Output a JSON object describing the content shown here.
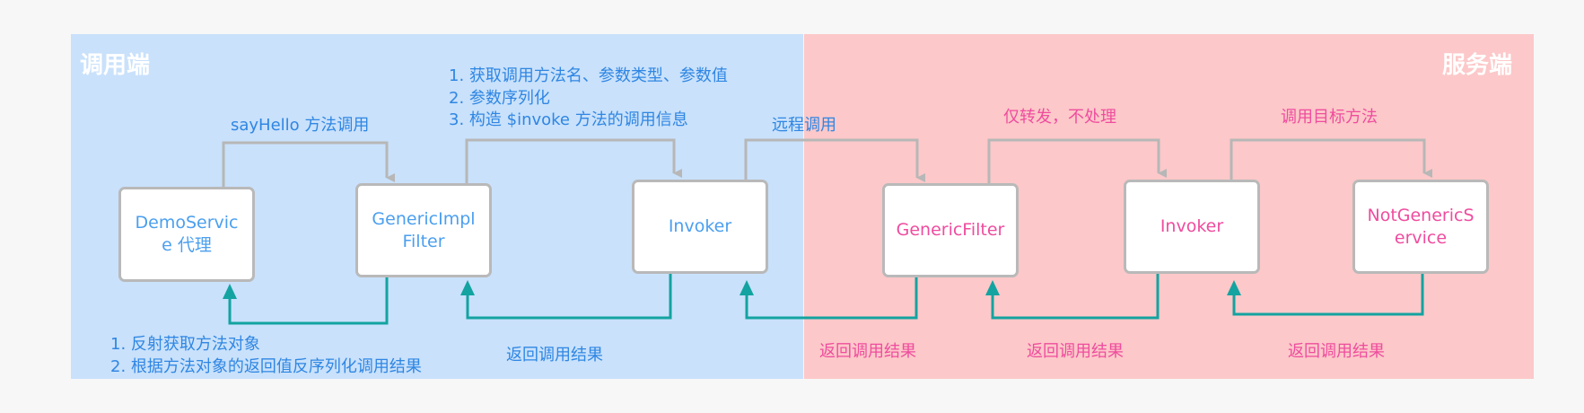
{
  "zones": {
    "client_title": "调用端",
    "server_title": "服务端"
  },
  "nodes": {
    "demo_proxy": "DemoServic e 代理",
    "generic_impl_filter": "GenericImpl Filter",
    "invoker_client": "Invoker",
    "generic_filter": "GenericFilter",
    "invoker_server": "Invoker",
    "not_generic_service": "NotGenericS ervice"
  },
  "edge_labels": {
    "say_hello_call": "sayHello 方法调用",
    "impl_step_1": "1. 获取调用方法名、参数类型、参数值",
    "impl_step_2": "2. 参数序列化",
    "impl_step_3": "3. 构造 $invoke 方法的调用信息",
    "remote_call": "远程调用",
    "forward_only": "仅转发，不处理",
    "call_target": "调用目标方法",
    "proxy_step_1": "1. 反射获取方法对象",
    "proxy_step_2": "2. 根据方法对象的返回值反序列化调用结果",
    "return_1": "返回调用结果",
    "return_2": "返回调用结果",
    "return_3": "返回调用结果",
    "return_4": "返回调用结果"
  },
  "colors": {
    "client_zone": "#c9e1fb",
    "server_zone": "#fcc8c9",
    "call_arrow": "#b7b7b7",
    "return_arrow": "#13a3a0",
    "client_text": "#2f86e3",
    "server_text": "#ef4c9e"
  }
}
